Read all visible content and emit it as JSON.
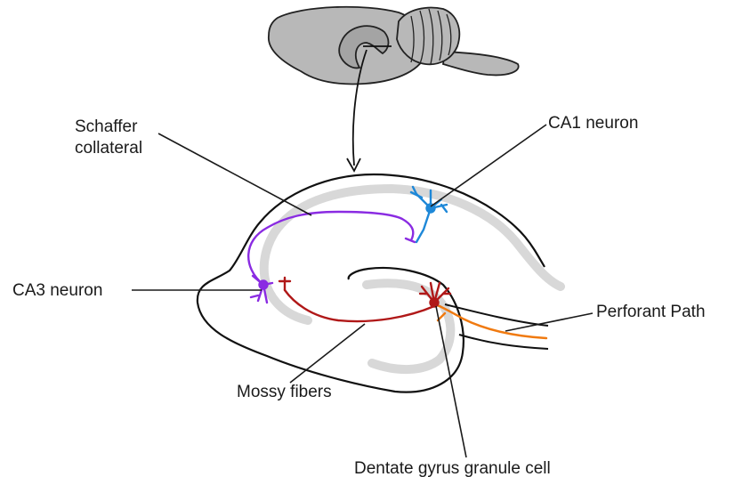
{
  "labels": {
    "schaffer_line1": "Schaffer",
    "schaffer_line2": "collateral",
    "ca1": "CA1 neuron",
    "ca3": "CA3 neuron",
    "perforant": "Perforant Path",
    "mossy": "Mossy fibers",
    "dentate": "Dentate gyrus granule cell"
  },
  "colors": {
    "brain_fill": "#b8b8b8",
    "brain_stroke": "#222222",
    "outline": "#111111",
    "gray_band": "#d8d8d8",
    "ca1": "#1e88d8",
    "ca3": "#8a2be2",
    "dentate": "#b01818",
    "perforant": "#f07a10"
  }
}
